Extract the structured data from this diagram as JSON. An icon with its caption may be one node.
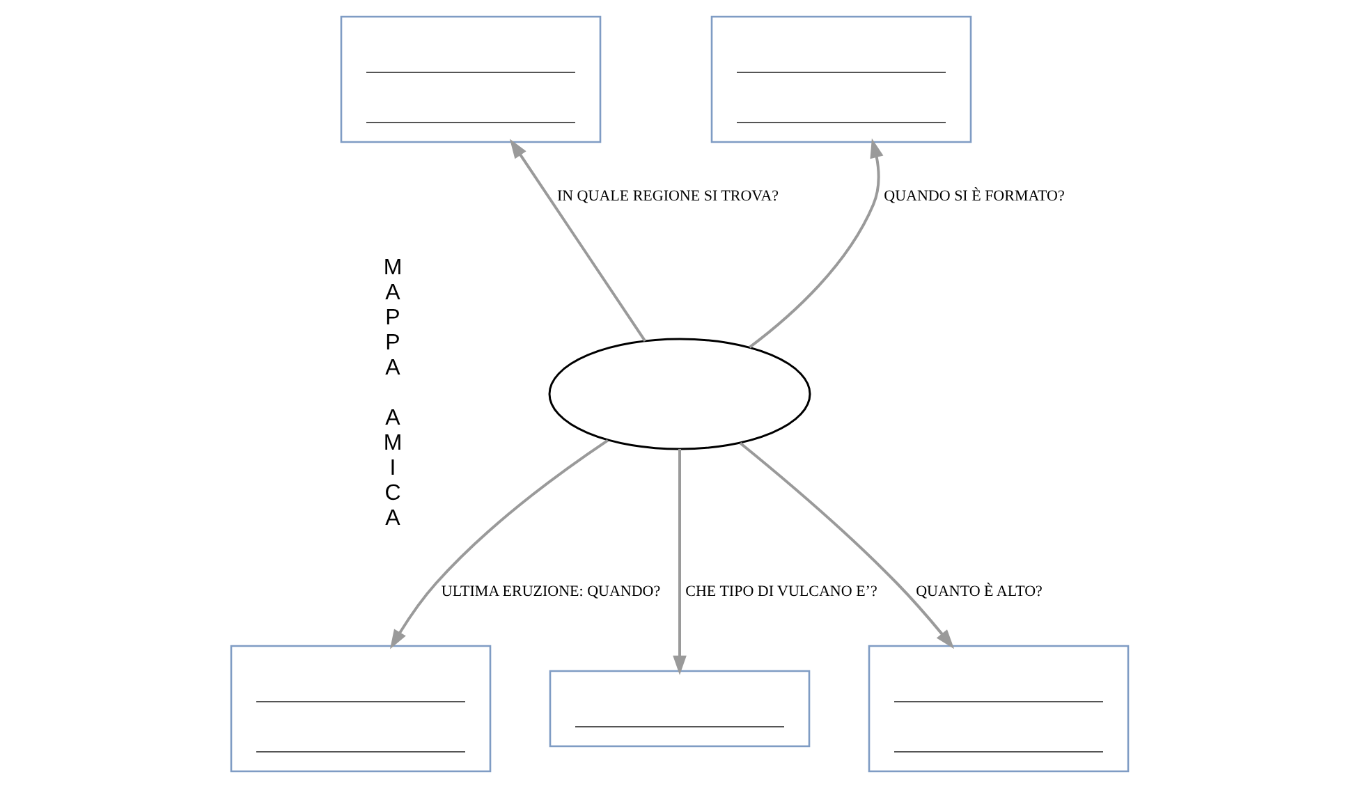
{
  "diagram": {
    "nodes": [
      {
        "text": [],
        "shape": "box"
      },
      {
        "text": [],
        "shape": "box"
      },
      {
        "text": [],
        "shape": "ellipse"
      },
      {
        "text": [],
        "shape": "box"
      },
      {
        "text": [],
        "shape": "box"
      },
      {
        "text": [],
        "shape": "box"
      }
    ],
    "edges": [
      {
        "from": 2,
        "to": 0,
        "arrow": "to",
        "label": "IN QUALE REGIONE SI TROVA?"
      },
      {
        "from": 2,
        "to": 1,
        "arrow": "to",
        "label": "QUANDO SI È FORMATO?"
      },
      {
        "from": 2,
        "to": 5,
        "arrow": "to",
        "label": "QUANTO È ALTO?"
      },
      {
        "from": 2,
        "to": 4,
        "arrow": "to",
        "label": "CHE TIPO DI VULCANO E’?"
      },
      {
        "from": 2,
        "to": 3,
        "arrow": "to",
        "label": "ULTIMA ERUZIONE: QUANDO?"
      }
    ],
    "labels": [
      "MAPPA AMICA"
    ]
  }
}
